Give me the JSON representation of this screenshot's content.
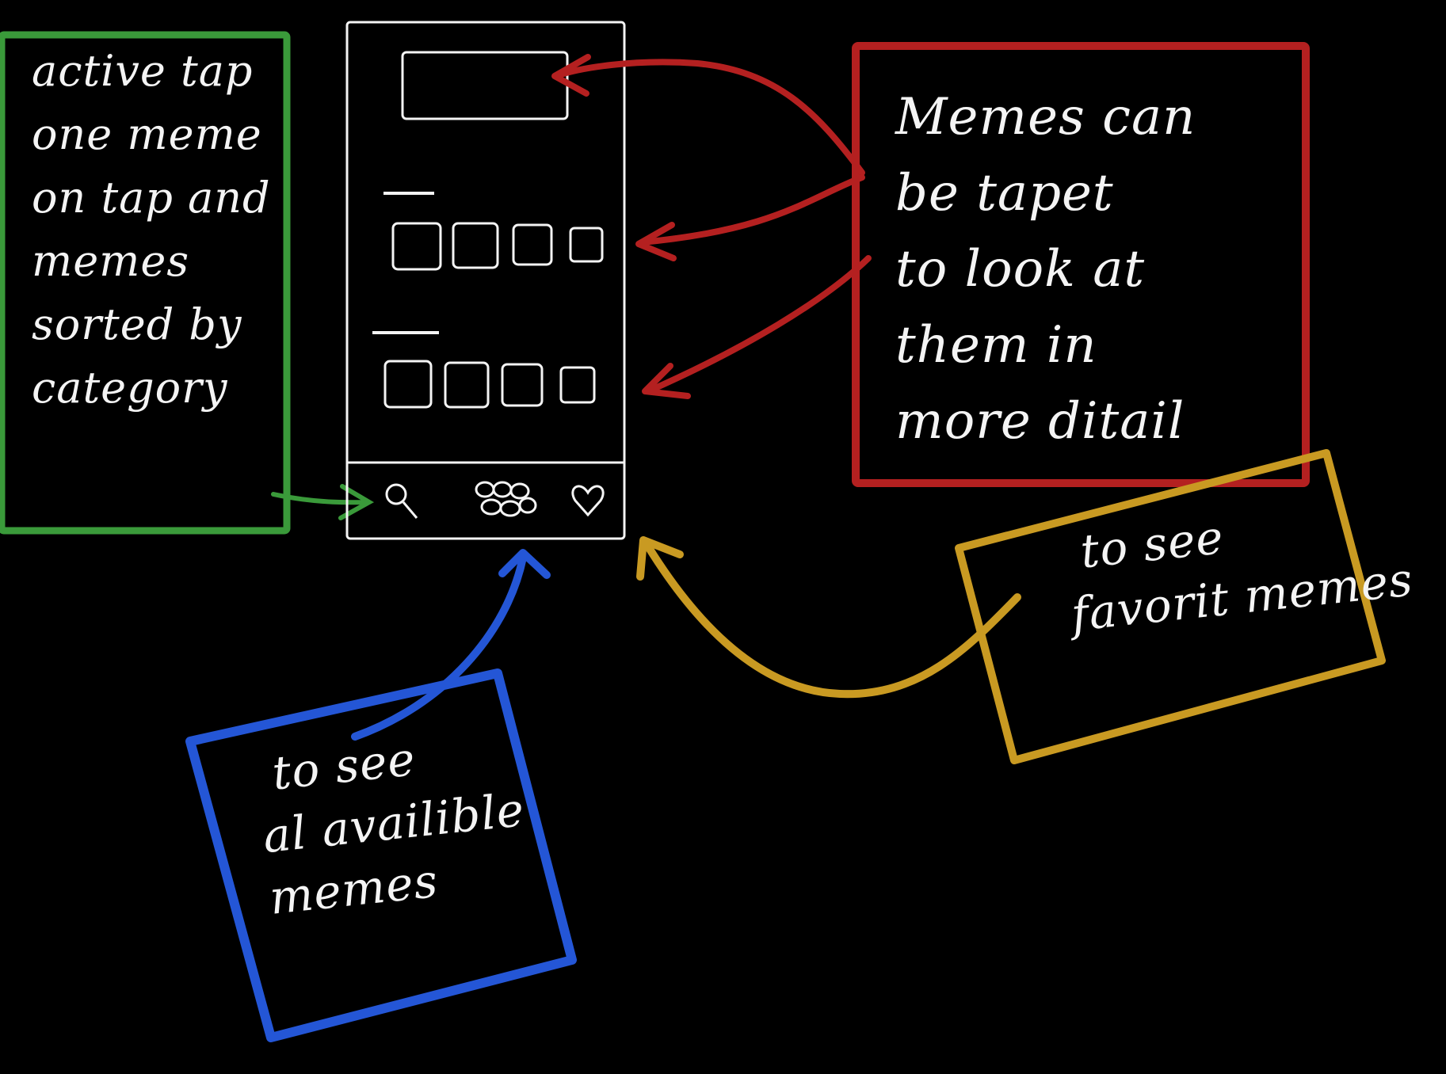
{
  "colors": {
    "background": "#000000",
    "chalk": "#f4f4f4",
    "green": "#3a9a3a",
    "red": "#b42020",
    "yellow": "#c99a22",
    "blue": "#2456d6"
  },
  "notes": {
    "green": [
      "active tap",
      "one meme",
      "on tap and",
      "memes",
      "sorted by",
      "category"
    ],
    "red": [
      "Memes can",
      "be tapet",
      "to look at",
      "them in",
      "more ditail"
    ],
    "yellow": [
      "to see",
      "favorit memes"
    ],
    "blue": [
      "to see",
      "al availible",
      "memes"
    ]
  },
  "phone": {
    "nav_icons": [
      "search-icon",
      "grid-icon",
      "heart-icon"
    ],
    "grid_rows": 2,
    "tiles_per_row": 4
  }
}
